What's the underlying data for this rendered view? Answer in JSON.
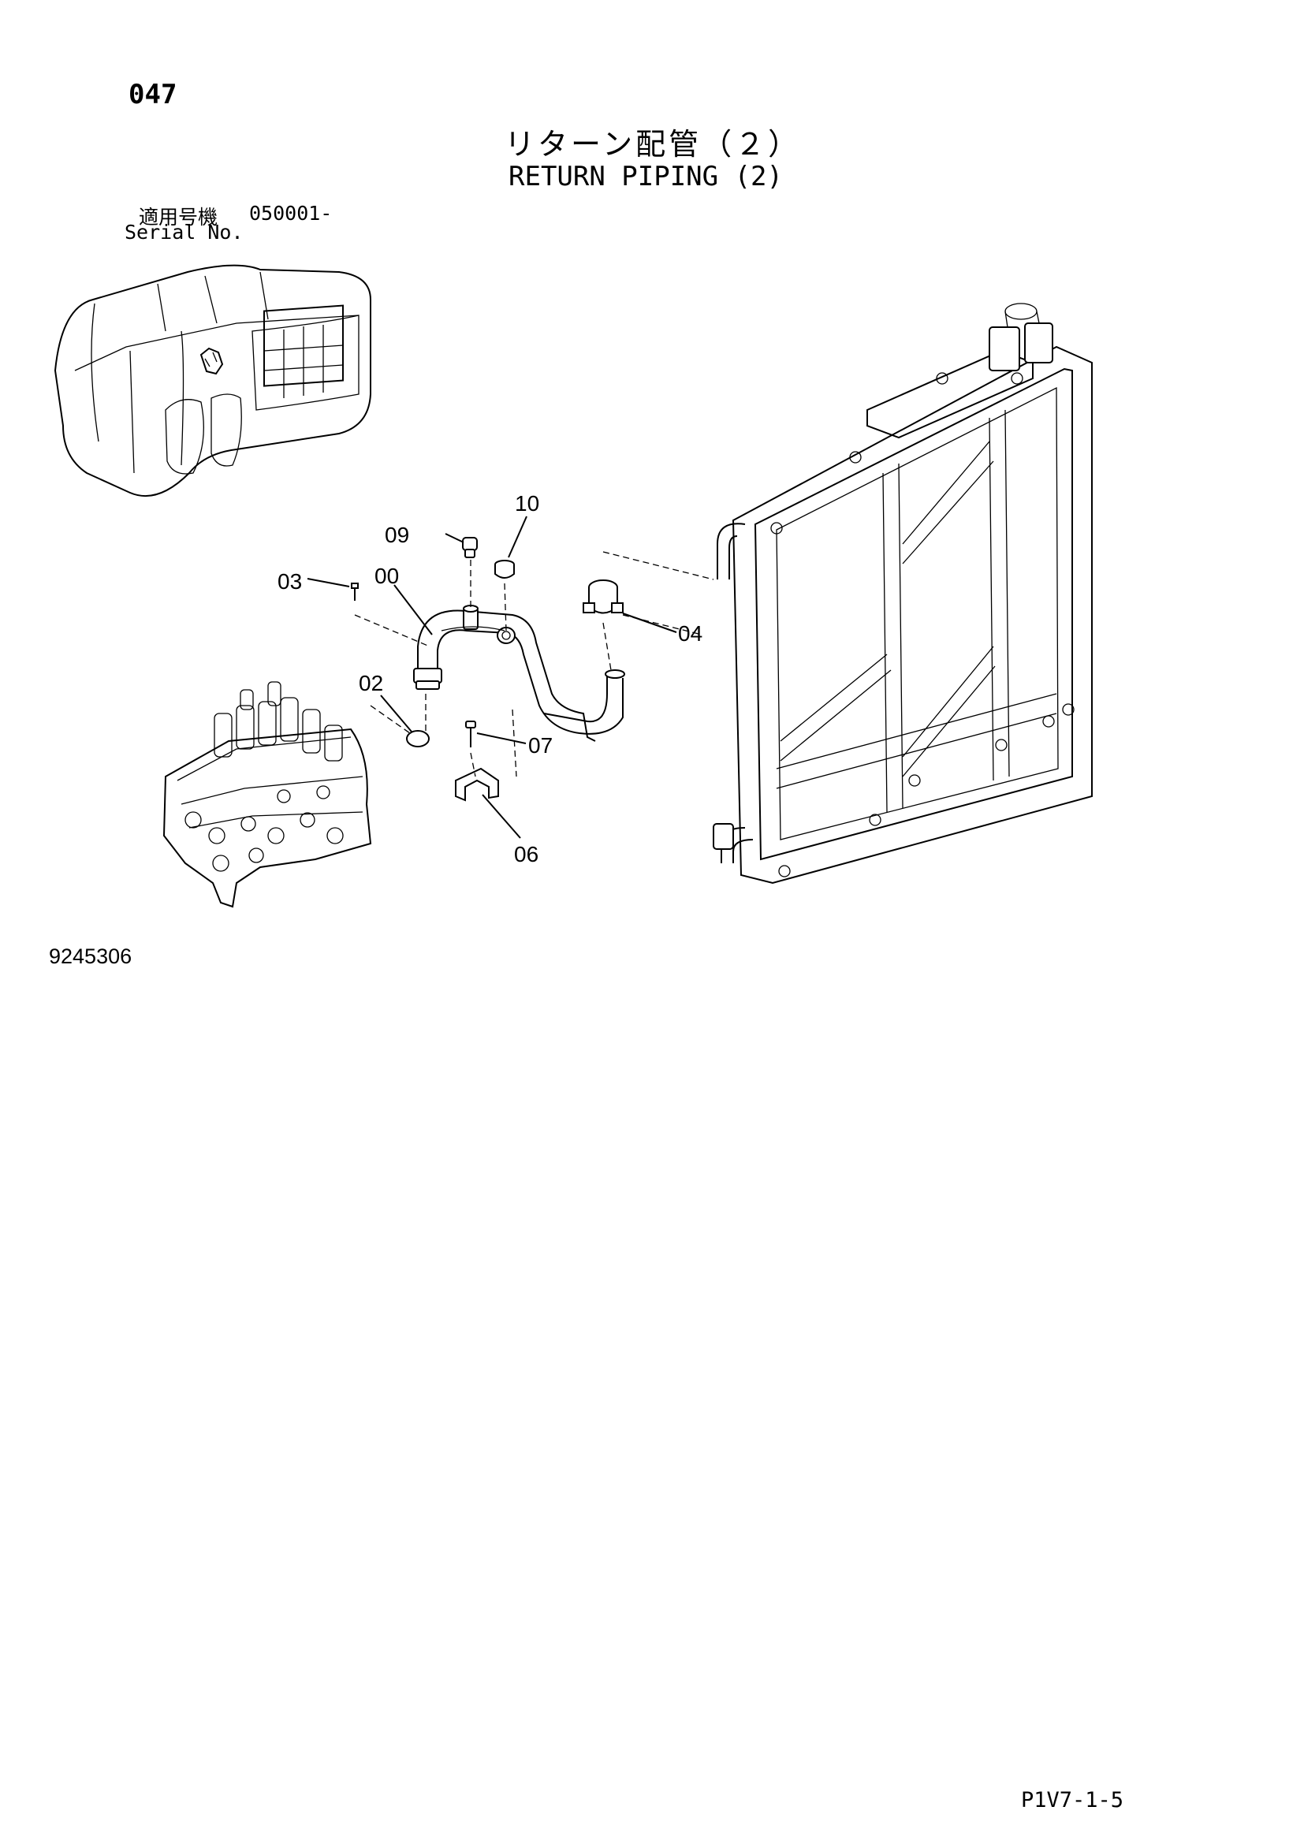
{
  "header": {
    "page_number": "047",
    "title_ja": "リターン配管（２）",
    "title_en": "RETURN PIPING (2)",
    "serial_label_ja": "適用号機",
    "serial_label_en": "Serial No.",
    "serial_from": "050001-"
  },
  "diagram": {
    "parts": [
      {
        "id": "00",
        "label": "00",
        "name": "return-pipe"
      },
      {
        "id": "02",
        "label": "02",
        "name": "o-ring"
      },
      {
        "id": "03",
        "label": "03",
        "name": "bolt"
      },
      {
        "id": "04",
        "label": "04",
        "name": "hose-clamp"
      },
      {
        "id": "06",
        "label": "06",
        "name": "clip"
      },
      {
        "id": "07",
        "label": "07",
        "name": "bolt"
      },
      {
        "id": "09",
        "label": "09",
        "name": "plug"
      },
      {
        "id": "10",
        "label": "10",
        "name": "cap"
      }
    ]
  },
  "footer": {
    "drawing_number": "9245306",
    "page_code": "P1V7-1-5"
  }
}
